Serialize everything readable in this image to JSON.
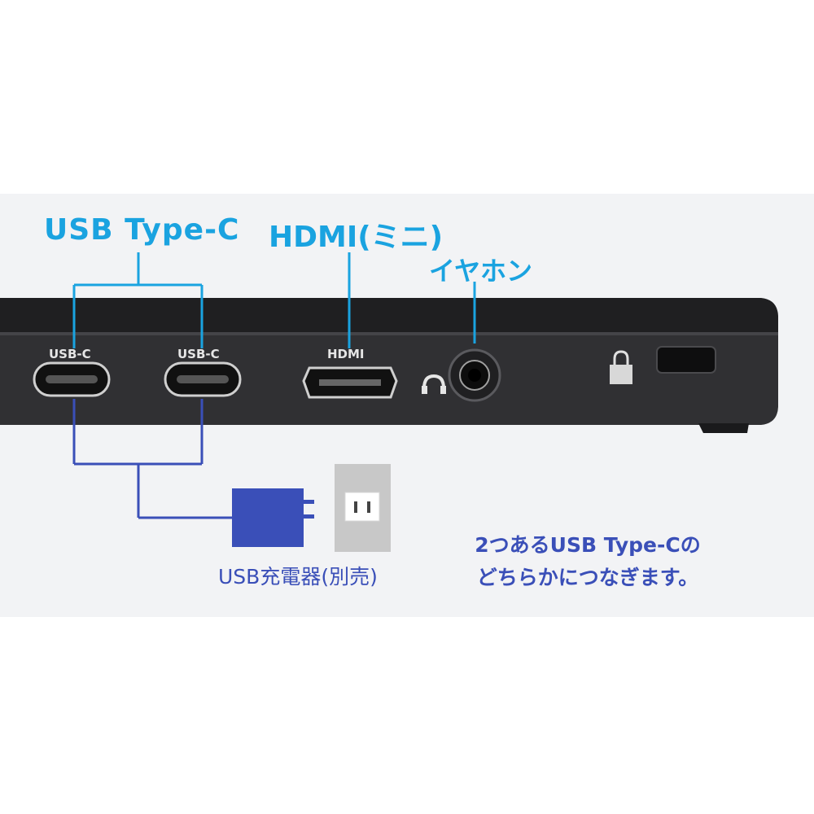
{
  "labels": {
    "usb_type_c": "USB Type-C",
    "hdmi_mini": "HDMI(ミニ)",
    "earphone": "イヤホン"
  },
  "ports": {
    "usb_c_1": "USB-C",
    "usb_c_2": "USB-C",
    "hdmi": "HDMI"
  },
  "charger": {
    "caption": "USB充電器(別売)"
  },
  "note": {
    "line1": "2つあるUSB Type-Cの",
    "line2": "どちらかにつなぎます。"
  },
  "colors": {
    "callout_cyan": "#1aa3e0",
    "connector_blue": "#3a4fb8",
    "device_body": "#2b2b2d",
    "outlet_gray": "#c8c8c8"
  },
  "icons": [
    "headphone-icon",
    "lock-icon",
    "power-outlet-icon",
    "usb-charger-icon"
  ]
}
